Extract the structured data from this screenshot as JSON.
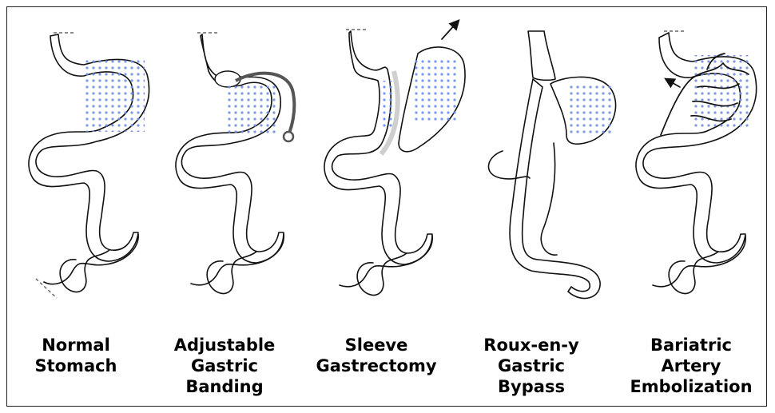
{
  "panels": [
    {
      "lines": [
        "Normal",
        "Stomach"
      ]
    },
    {
      "lines": [
        "Adjustable",
        "Gastric",
        "Banding"
      ]
    },
    {
      "lines": [
        "Sleeve",
        "Gastrectomy"
      ]
    },
    {
      "lines": [
        "Roux-en-y",
        "Gastric",
        "Bypass"
      ]
    },
    {
      "lines": [
        "Bariatric",
        "Artery",
        "Embolization"
      ]
    }
  ],
  "colors": {
    "dots": "#6b8fe6",
    "outline": "#111111",
    "band": "#555555"
  }
}
